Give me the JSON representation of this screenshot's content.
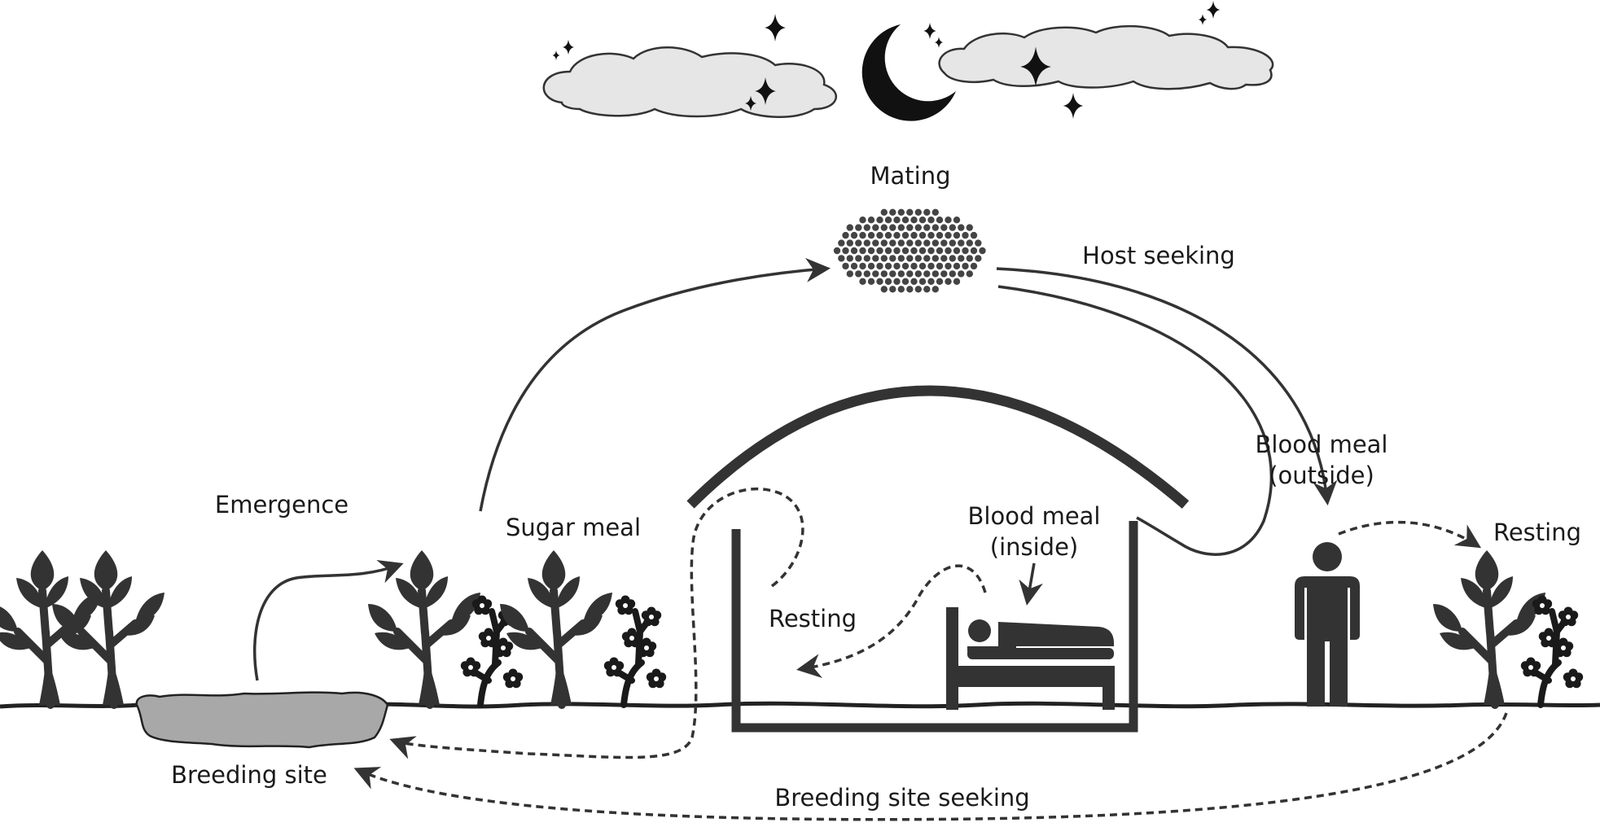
{
  "labels": {
    "mating": "Mating",
    "host_seeking": "Host seeking",
    "emergence": "Emergence",
    "sugar_meal": "Sugar meal",
    "blood_meal_inside_1": "Blood meal",
    "blood_meal_inside_2": "(inside)",
    "blood_meal_outside_1": "Blood meal",
    "blood_meal_outside_2": "(outside)",
    "resting_inside": "Resting",
    "resting_outside": "Resting",
    "breeding_site": "Breeding site",
    "breeding_site_seeking": "Breeding site seeking"
  },
  "colors": {
    "ink": "#333333",
    "cloud_fill": "#e6e6e6",
    "water_fill": "#a8a8a8",
    "moon": "#111111"
  },
  "icons": [
    "cloud-icon",
    "moon-icon",
    "star-icon",
    "mosquito-swarm-icon",
    "tree-icon",
    "flowering-shrub-icon",
    "house-icon",
    "bed-icon",
    "sleeping-person-icon",
    "standing-person-icon",
    "water-pool-icon"
  ]
}
